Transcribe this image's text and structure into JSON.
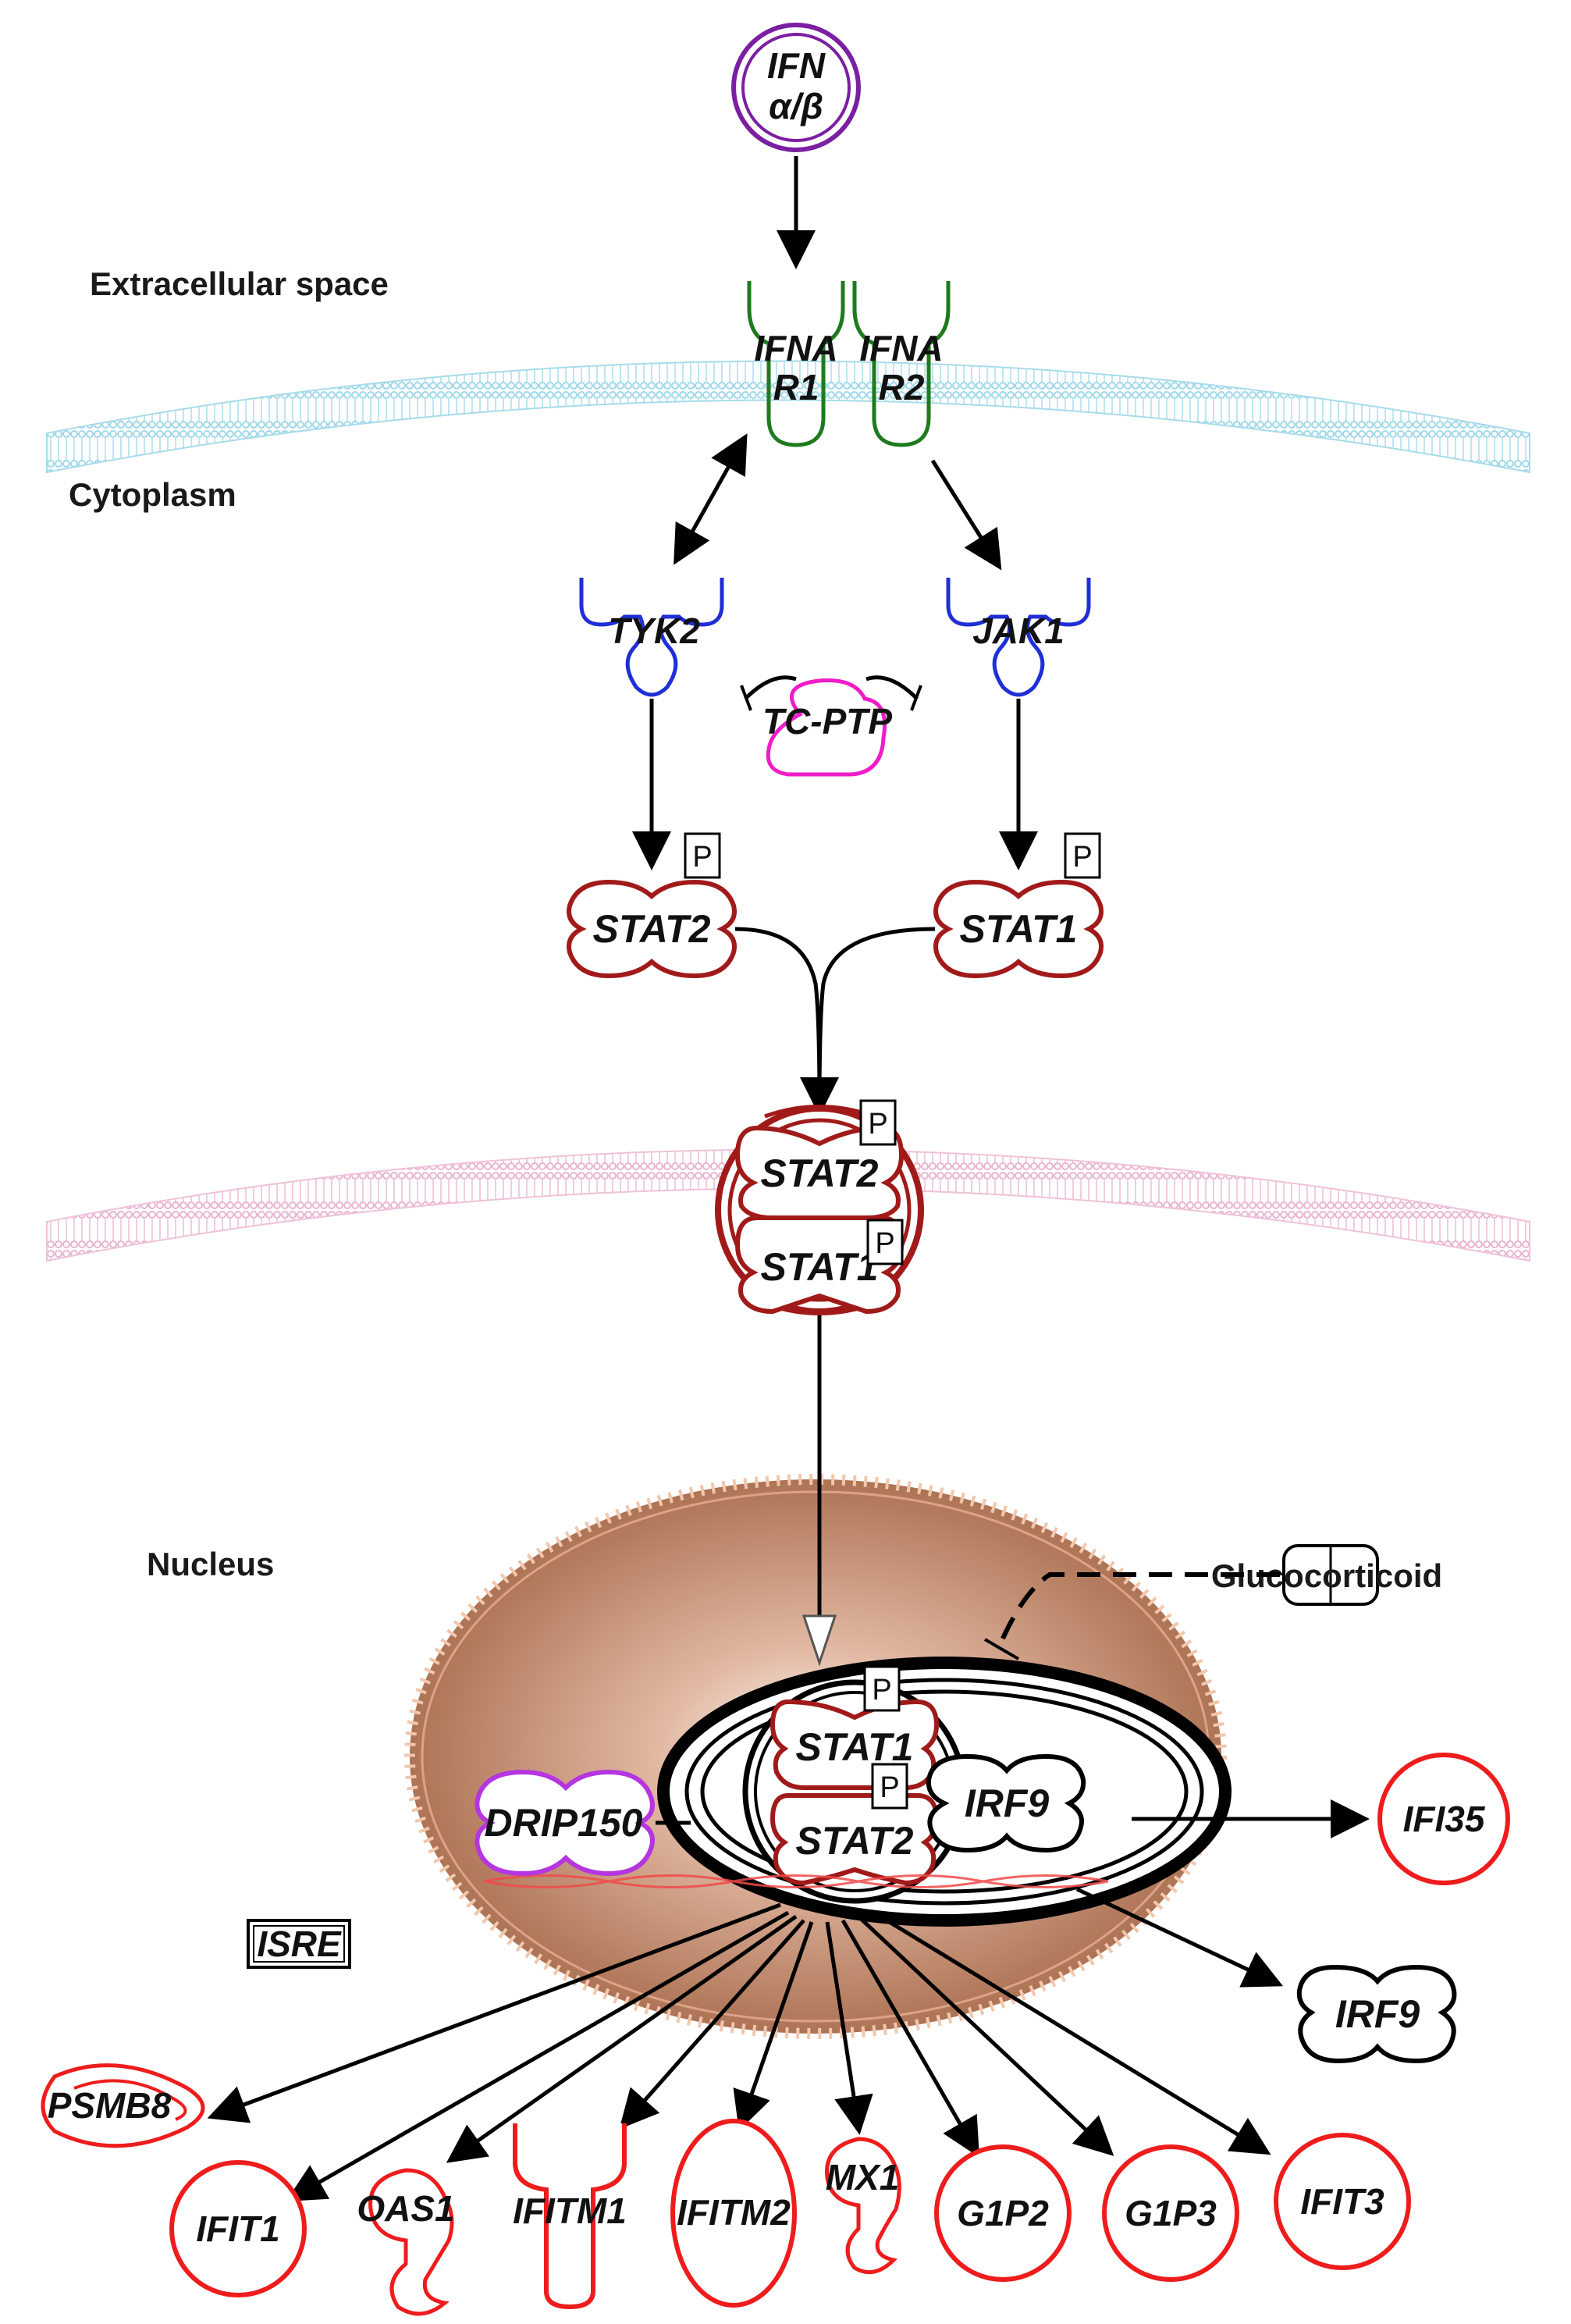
{
  "regions": {
    "extracellular": "Extracellular space",
    "cytoplasm": "Cytoplasm",
    "nucleus": "Nucleus"
  },
  "ligand": {
    "line1": "IFN",
    "line2": "α/β"
  },
  "receptors": {
    "r1": {
      "line1": "IFNA",
      "line2": "R1"
    },
    "r2": {
      "line1": "IFNA",
      "line2": "R2"
    }
  },
  "kinases": {
    "tyk2": "TYK2",
    "jak1": "JAK1"
  },
  "phosphatase": "TC-PTP",
  "stats": {
    "stat2": "STAT2",
    "stat1": "STAT1",
    "phospho": "P"
  },
  "nuclear_complex": {
    "stat1": "STAT1",
    "stat2": "STAT2",
    "irf9": "IRF9"
  },
  "drip150": "DRIP150",
  "glucocorticoid": "Glucocorticoid",
  "isre": "ISRE",
  "targets": {
    "ifi35": "IFI35",
    "irf9": "IRF9",
    "psmb8": "PSMB8",
    "ifit1": "IFIT1",
    "oas1": "OAS1",
    "ifitm1": "IFITM1",
    "ifitm2": "IFITM2",
    "mx1": "MX1",
    "g1p2": "G1P2",
    "g1p3": "G1P3",
    "ifit3": "IFIT3"
  },
  "colors": {
    "ligand": "#7a1fa2",
    "receptor": "#1e7a1e",
    "kinase": "#1f2fd6",
    "phosphatase": "#f01cc8",
    "stat": "#a11a1a",
    "target": "#ee1c1c",
    "drip": "#b536e0",
    "membrane_outer": "#aee0ee",
    "membrane_inner": "#f0c6dd"
  }
}
